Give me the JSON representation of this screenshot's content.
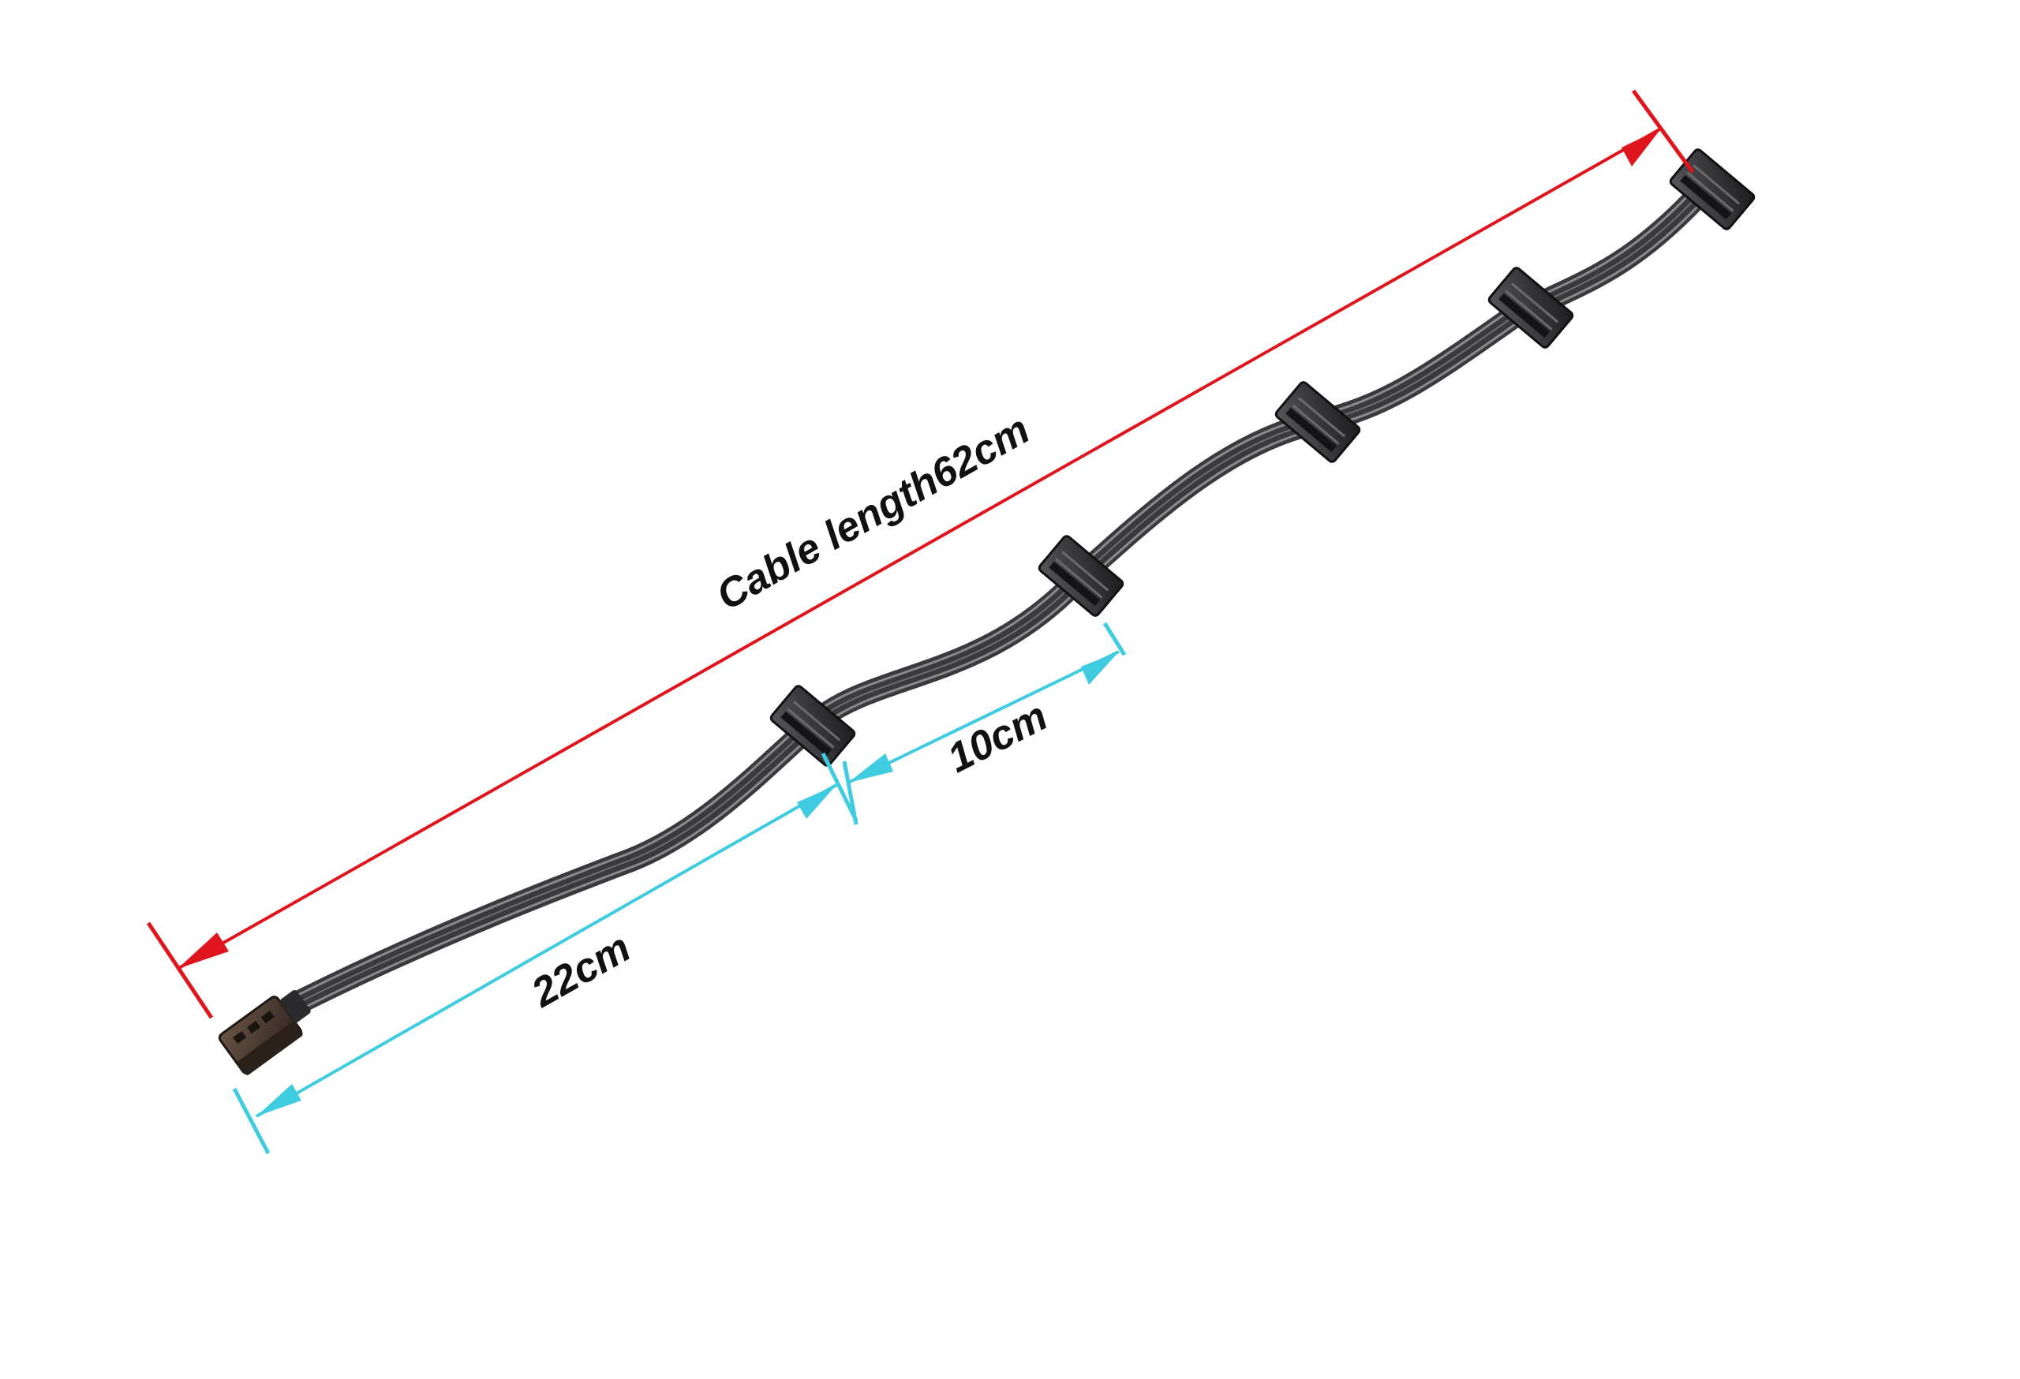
{
  "dimensions": {
    "total": {
      "label": "Cable length62cm",
      "color": "#e0141c"
    },
    "first_segment": {
      "label": "22cm",
      "color": "#3fcbe0"
    },
    "second_segment": {
      "label": "10cm",
      "color": "#3fcbe0"
    }
  },
  "cable": {
    "wire_color": "#3a3a3c",
    "connector_color": "#2b2b2d",
    "plug_color": "#4a3a30",
    "connector_count": 5
  }
}
